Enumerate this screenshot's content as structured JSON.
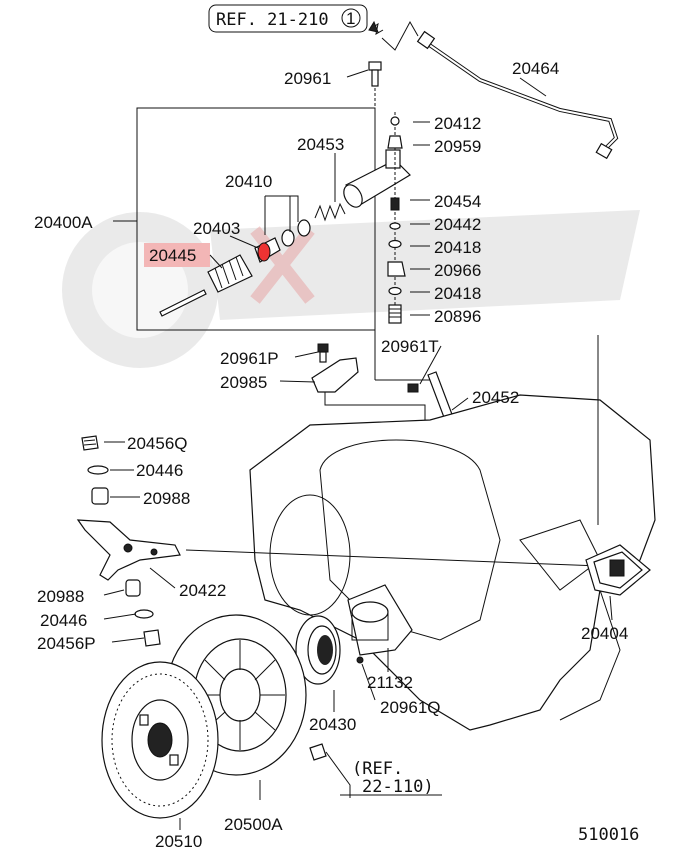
{
  "references": {
    "top": "REF. 21-210",
    "top_circled": "1",
    "bottom_line1": "(REF.",
    "bottom_line2": "22-110)"
  },
  "figure_code": "510016",
  "highlighted_part": "20445",
  "parts": {
    "p20961_top": "20961",
    "p20464": "20464",
    "p20412": "20412",
    "p20959": "20959",
    "p20453": "20453",
    "p20410": "20410",
    "p20400A": "20400A",
    "p20403": "20403",
    "p20454": "20454",
    "p20442": "20442",
    "p20418a": "20418",
    "p20445": "20445",
    "p20966": "20966",
    "p20418b": "20418",
    "p20896": "20896",
    "p20961T": "20961T",
    "p20961P": "20961P",
    "p20985": "20985",
    "p20452": "20452",
    "p20456Q": "20456Q",
    "p20446a": "20446",
    "p20988a": "20988",
    "p20422": "20422",
    "p20988b": "20988",
    "p20446b": "20446",
    "p20456P": "20456P",
    "p20404": "20404",
    "p21132": "21132",
    "p20430": "20430",
    "p20961Q": "20961Q",
    "p20510": "20510",
    "p20500A": "20500A"
  }
}
